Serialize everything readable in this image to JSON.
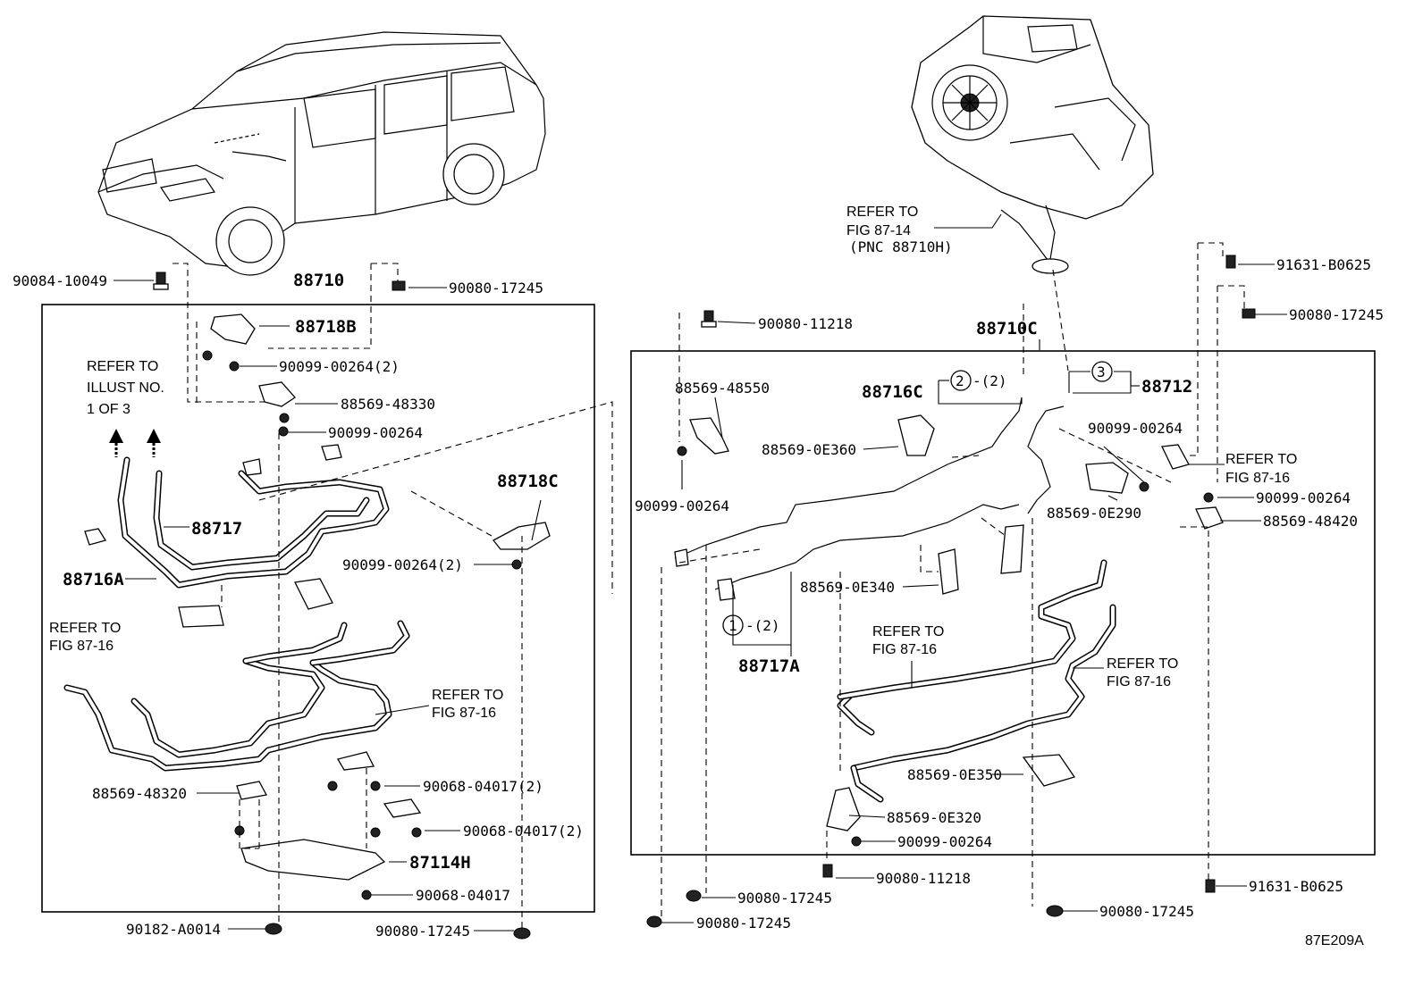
{
  "figure_id": "87E209A",
  "left_group": {
    "assembly": "88710",
    "parts": {
      "bolt_top_left": "90084-10049",
      "nut_top": "90080-17245",
      "bracket_b": "88718B",
      "screw_2": "90099-00264(2)",
      "clamp_48330": "88569-48330",
      "screw_1": "90099-00264",
      "pipe_88717": "88717",
      "pipe_88716a": "88716A",
      "bracket_c": "88718C",
      "screw_c": "90099-00264(2)",
      "clamp_48320": "88569-48320",
      "clip_04017_a": "90068-04017(2)",
      "clip_04017_b": "90068-04017(2)",
      "cover": "87114H",
      "clip_04017_c": "90068-04017",
      "nut_a0014": "90182-A0014",
      "nut_bottom": "90080-17245"
    },
    "refer_illust": [
      "REFER TO",
      "ILLUST NO.",
      "1 OF 3"
    ],
    "refer_fig_left": [
      "REFER TO",
      "FIG 87-16"
    ],
    "refer_fig_mid": [
      "REFER TO",
      "FIG 87-16"
    ]
  },
  "right_group": {
    "assembly": "88710C",
    "refer_top": [
      "REFER TO",
      "FIG 87-14",
      "(PNC 88710H)"
    ],
    "parts": {
      "bolt_11218_top": "90080-11218",
      "clamp_48550": "88569-48550",
      "screw_left": "90099-00264",
      "pipe_88716c": "88716C",
      "callout_2": "2",
      "callout_2_qty": "-(2)",
      "clamp_0e360": "88569-0E360",
      "callout_3": "3",
      "pipe_88712": "88712",
      "screw_right": "90099-00264",
      "clamp_0e290": "88569-0E290",
      "screw_right2": "90099-00264",
      "clamp_48420": "88569-48420",
      "bolt_b0625_top": "91631-B0625",
      "nut_17245_right": "90080-17245",
      "clamp_0e340": "88569-0E340",
      "callout_1": "1",
      "callout_1_qty": "-(2)",
      "pipe_88717a": "88717A",
      "clamp_0e350": "88569-0E350",
      "clamp_0e320": "88569-0E320",
      "screw_bottom": "90099-00264",
      "bolt_11218_bottom": "90080-11218",
      "bolt_b0625_bottom": "91631-B0625",
      "nut_17245_a": "90080-17245",
      "nut_17245_b": "90080-17245",
      "nut_17245_c": "90080-17245"
    },
    "refer_mid": [
      "REFER TO",
      "FIG 87-16"
    ],
    "refer_right": [
      "REFER TO",
      "FIG 87-16"
    ],
    "refer_right_top": [
      "REFER TO",
      "FIG 87-16"
    ]
  }
}
